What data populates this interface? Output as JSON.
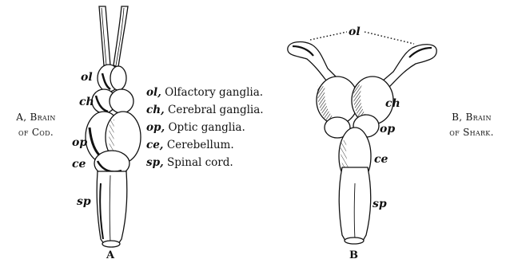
{
  "captions": {
    "cod_line1": "A, Brain",
    "cod_line2": "of Cod.",
    "shark_line1": "B, Brain",
    "shark_line2": "of Shark."
  },
  "figure_letters": {
    "a": "A",
    "b": "B"
  },
  "labels_cod": {
    "ol": "ol",
    "ch": "ch",
    "op": "op",
    "ce": "ce",
    "sp": "sp"
  },
  "labels_shark": {
    "ol": "ol",
    "ch": "ch",
    "op": "op",
    "ce": "ce",
    "sp": "sp"
  },
  "legend": [
    {
      "abbr": "ol,",
      "text": "Olfactory ganglia."
    },
    {
      "abbr": "ch,",
      "text": "Cerebral ganglia."
    },
    {
      "abbr": "op,",
      "text": "Optic ganglia."
    },
    {
      "abbr": "ce,",
      "text": "Cerebellum."
    },
    {
      "abbr": "sp,",
      "text": "Spinal cord."
    }
  ],
  "colors": {
    "ink": "#111111",
    "paper": "#ffffff"
  }
}
